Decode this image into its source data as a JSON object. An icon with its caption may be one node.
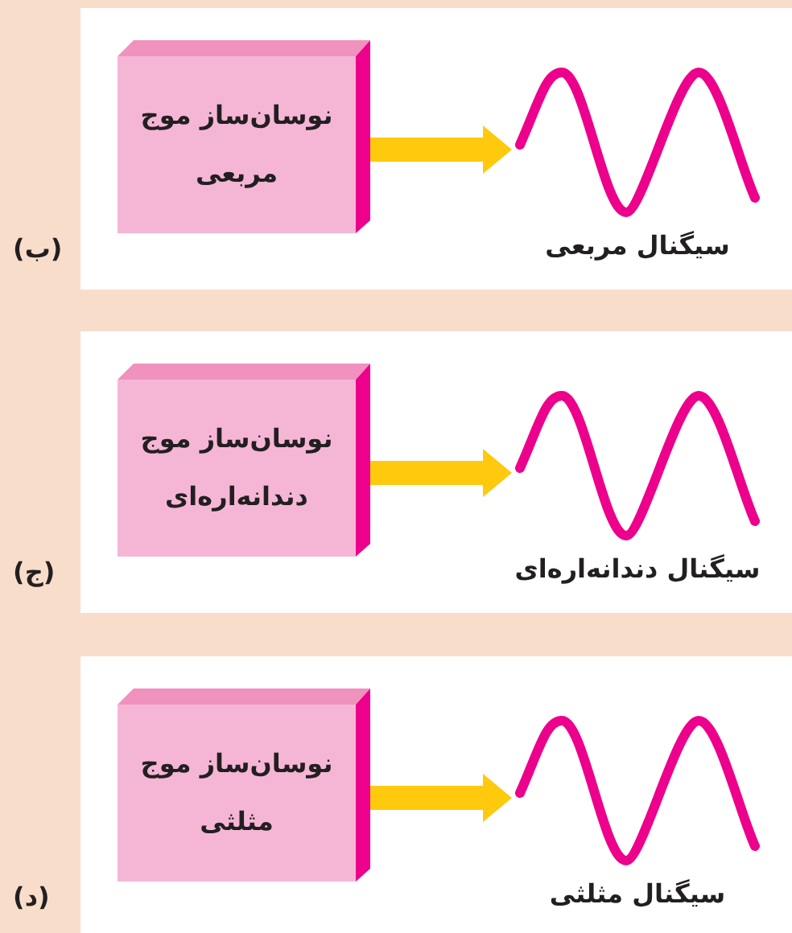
{
  "diagram": {
    "nodes": [
      {
        "text": [],
        "shape": "box"
      },
      {
        "text": [
          "نوسان‌ساز موج مربعی"
        ],
        "in": 0
      },
      {
        "text": [],
        "shape": "picture",
        "in": 0,
        "beside": [
          "سیگنال مربعی"
        ]
      },
      {
        "text": [],
        "shape": "box"
      },
      {
        "text": [
          "نوسان‌ساز موج دندانه‌اره‌ای"
        ],
        "in": 3
      },
      {
        "text": [],
        "shape": "picture",
        "in": 3,
        "beside": [
          "سیگنال دندانه‌اره‌ای"
        ]
      },
      {
        "text": [],
        "shape": "box"
      },
      {
        "text": [
          "نوسان‌ساز موج مثلثی"
        ],
        "in": 6
      },
      {
        "text": [],
        "shape": "picture",
        "in": 6,
        "beside": [
          "سیگنال مثلثی"
        ]
      }
    ],
    "edges": [
      {
        "from": 1,
        "to": 2,
        "arrow": "to"
      },
      {
        "from": 4,
        "to": 5,
        "arrow": "to"
      },
      {
        "from": 7,
        "to": 8,
        "arrow": "to"
      }
    ],
    "labels": [
      "(ب)",
      "(ج)",
      "(د)"
    ]
  }
}
